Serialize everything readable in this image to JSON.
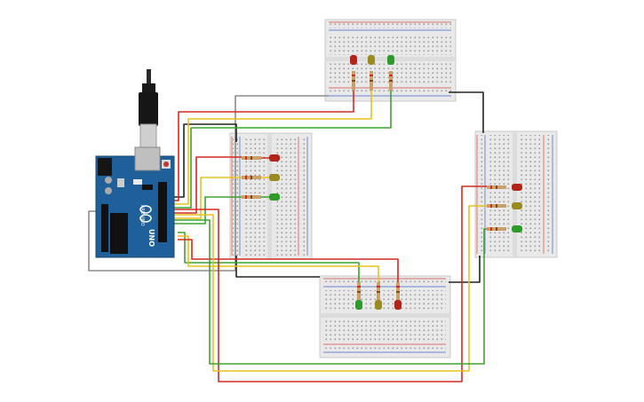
{
  "board": {
    "brand": "ARDUINO",
    "model": "UNO",
    "color": "#1f5f9a"
  },
  "wire_colors": {
    "red": "#d42a20",
    "yellow": "#e8c21b",
    "green": "#3aa52b",
    "black": "#222222",
    "gray": "#8c8c8c"
  },
  "led_colors": {
    "red": "#b22418",
    "yellow": "#9b8a1f",
    "green": "#2e9a2a"
  },
  "breadboards": [
    {
      "id": "top",
      "orientation": "horizontal",
      "leds": [
        "red",
        "yellow",
        "green"
      ]
    },
    {
      "id": "left",
      "orientation": "vertical",
      "leds": [
        "red",
        "yellow",
        "green"
      ]
    },
    {
      "id": "right",
      "orientation": "vertical",
      "leds": [
        "red",
        "yellow",
        "green"
      ]
    },
    {
      "id": "bottom",
      "orientation": "horizontal",
      "leds": [
        "green",
        "yellow",
        "red"
      ]
    }
  ]
}
